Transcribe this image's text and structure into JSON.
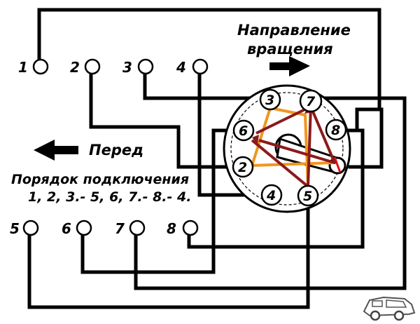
{
  "diagram": {
    "rotation_label": [
      "Направление",
      "вращения"
    ],
    "front_label": "Перед",
    "order_title": "Порядок подключения",
    "order_sequence": "1, 2, 3.- 5, 6, 7.- 8.- 4.",
    "top_terminals": [
      "1",
      "2",
      "3",
      "4"
    ],
    "bottom_terminals": [
      "5",
      "6",
      "7",
      "8"
    ],
    "distributor_posts": [
      "3",
      "7",
      "6",
      "8",
      "2",
      "4",
      "5"
    ],
    "colors": {
      "wire": "#000000",
      "firing_path_orange": "#f0961e",
      "firing_path_darkred": "#8b1a1a",
      "rotor_mark": "#e01010"
    },
    "icons": [
      "arrow-right-icon",
      "arrow-left-icon",
      "truck-logo-icon"
    ]
  }
}
